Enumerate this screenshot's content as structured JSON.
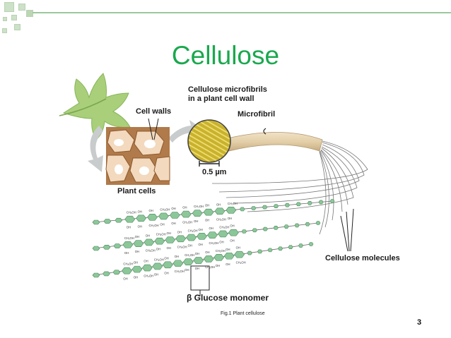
{
  "slide": {
    "title": "Cellulose",
    "caption": "Fig.1 Plant cellulose",
    "page_number": "3"
  },
  "diagram": {
    "labels": {
      "cell_walls": "Cell walls",
      "plant_cells": "Plant cells",
      "microfibrils_heading_line1": "Cellulose microfibrils",
      "microfibrils_heading_line2": "in a plant cell wall",
      "microfibril": "Microfibril",
      "scale_bar": "0.5 µm",
      "cellulose_molecules": "Cellulose molecules",
      "beta_glucose_monomer": "β Glucose monomer"
    },
    "group_labels": [
      "CH₂OH",
      "OH",
      "OH"
    ],
    "colors": {
      "title": "#1aa84e",
      "leaf": "#a9cf7a",
      "glucose_ring": "#8cc79a",
      "cell_wall": "#b07a4a",
      "fibril": "#e0c84a"
    },
    "icons": [
      "leaf-icon",
      "curved-arrow-icon"
    ]
  }
}
